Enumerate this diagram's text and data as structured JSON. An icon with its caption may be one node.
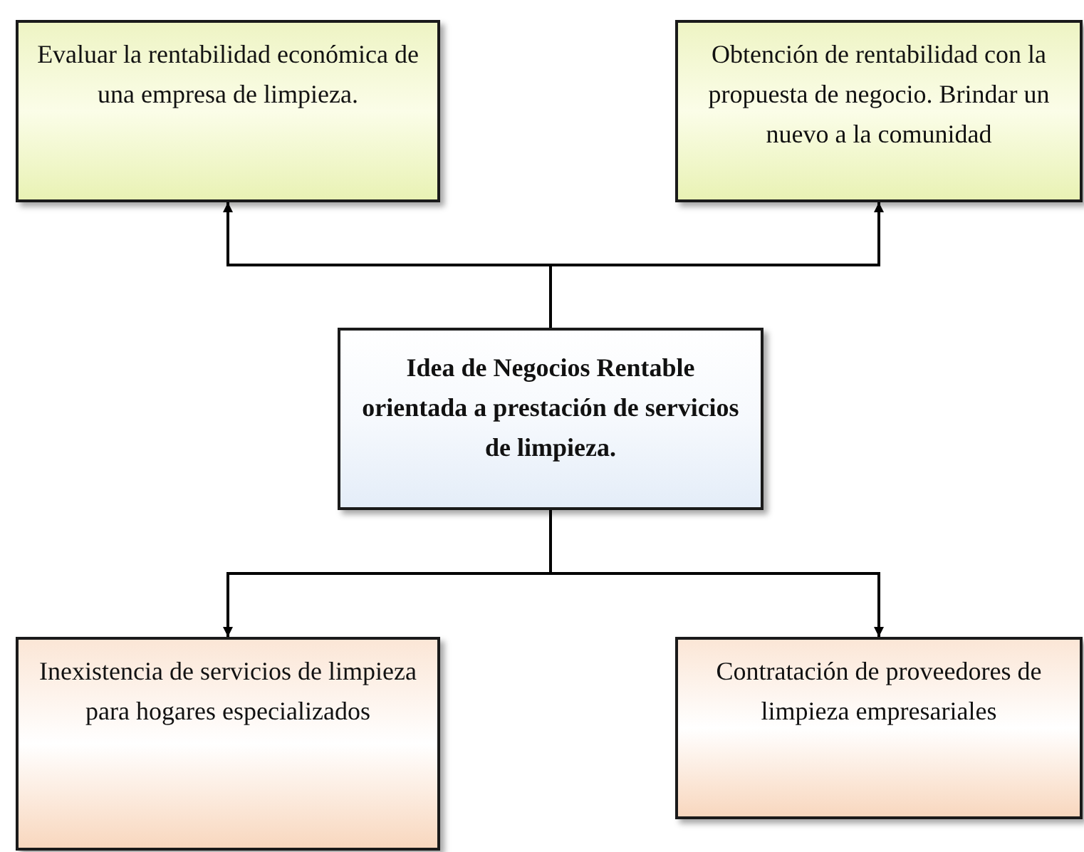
{
  "diagram": {
    "nodes": [
      {
        "text": [
          "Evaluar la rentabilidad económica de una empresa de limpieza."
        ]
      },
      {
        "text": [
          "Obtención de rentabilidad con la propuesta de negocio. Brindar un nuevo a la comunidad"
        ]
      },
      {
        "text": [
          "Idea de Negocios Rentable orientada a prestación de servicios de limpieza."
        ]
      },
      {
        "text": [
          "Inexistencia de servicios de limpieza para hogares especializados"
        ]
      },
      {
        "text": [
          "Contratación de proveedores de limpieza empresariales"
        ]
      }
    ],
    "edges": [
      {
        "from": 2,
        "to": 0,
        "arrow": "to"
      },
      {
        "from": 2,
        "to": 1,
        "arrow": "to"
      },
      {
        "from": 2,
        "to": 3,
        "arrow": "to"
      },
      {
        "from": 2,
        "to": 4,
        "arrow": "to"
      }
    ]
  }
}
